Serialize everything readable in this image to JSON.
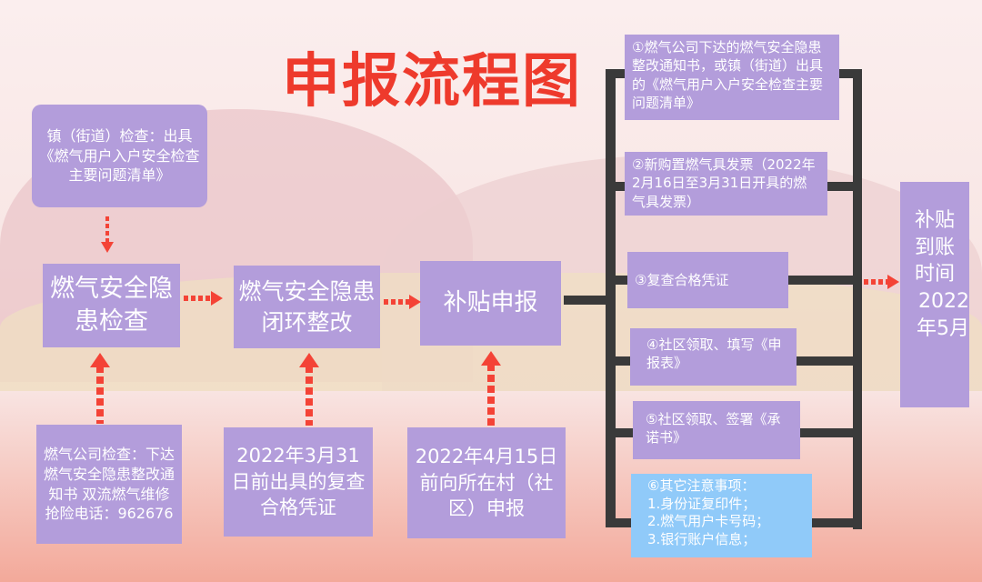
{
  "title": "申报流程图",
  "colors": {
    "box": "#b39ddb",
    "note": "#90caf9",
    "arrow": "#f44336",
    "title": "#ee3a2c"
  },
  "flow": {
    "town_check": "镇（街道）检查：出具《燃气用户入户安全检查主要问题清单》",
    "step1": "燃气安全隐患检查",
    "step2": "燃气安全隐患闭环整改",
    "step3": "补贴申报",
    "gas_company": "燃气公司检查：下达燃气安全隐患整改通知书 双流燃气维修抢险电话：962676",
    "deadline_cert": "2022年3月31日前出具的复查合格凭证",
    "deadline_apply": "2022年4月15日前向所在村（社区）申报",
    "final": "补贴到账时间",
    "final_date": "2022年5月"
  },
  "materials": [
    "①燃气公司下达的燃气安全隐患整改通知书，或镇（街道）出具的《燃气用户入户安全检查主要问题清单》",
    "②新购置燃气具发票（2022年2月16日至3月31日开具的燃气具发票）",
    "③复查合格凭证",
    "④社区领取、填写《申报表》",
    "⑤社区领取、签署《承诺书》"
  ],
  "notes": {
    "heading": "⑥其它注意事项：",
    "items": [
      "1.身份证复印件；",
      "2.燃气用户卡号码；",
      "3.银行账户信息；"
    ]
  }
}
